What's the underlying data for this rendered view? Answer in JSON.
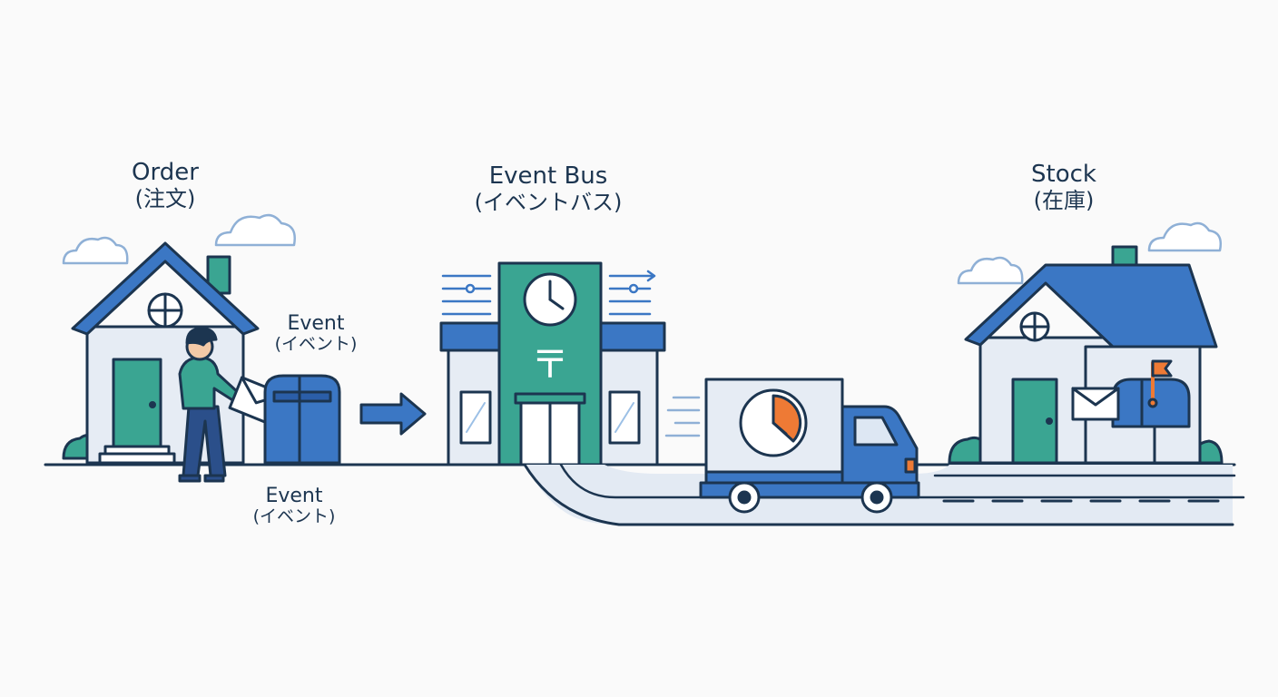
{
  "labels": {
    "order": {
      "main": "Order",
      "sub": "(注文)"
    },
    "bus": {
      "main": "Event Bus",
      "sub": "(イベントバス)"
    },
    "stock": {
      "main": "Stock",
      "sub": "(在庫)"
    },
    "event_top": {
      "main": "Event",
      "sub": "(イベント)"
    },
    "event_bottom": {
      "main": "Event",
      "sub": "(イベント)"
    }
  },
  "post_office_mark": "〒",
  "colors": {
    "outline": "#1c3550",
    "blue": "#3b77c4",
    "teal": "#3aa592",
    "orange": "#ee7a35",
    "light_blue": "#dde7f3",
    "road": "#e3eaf3"
  }
}
